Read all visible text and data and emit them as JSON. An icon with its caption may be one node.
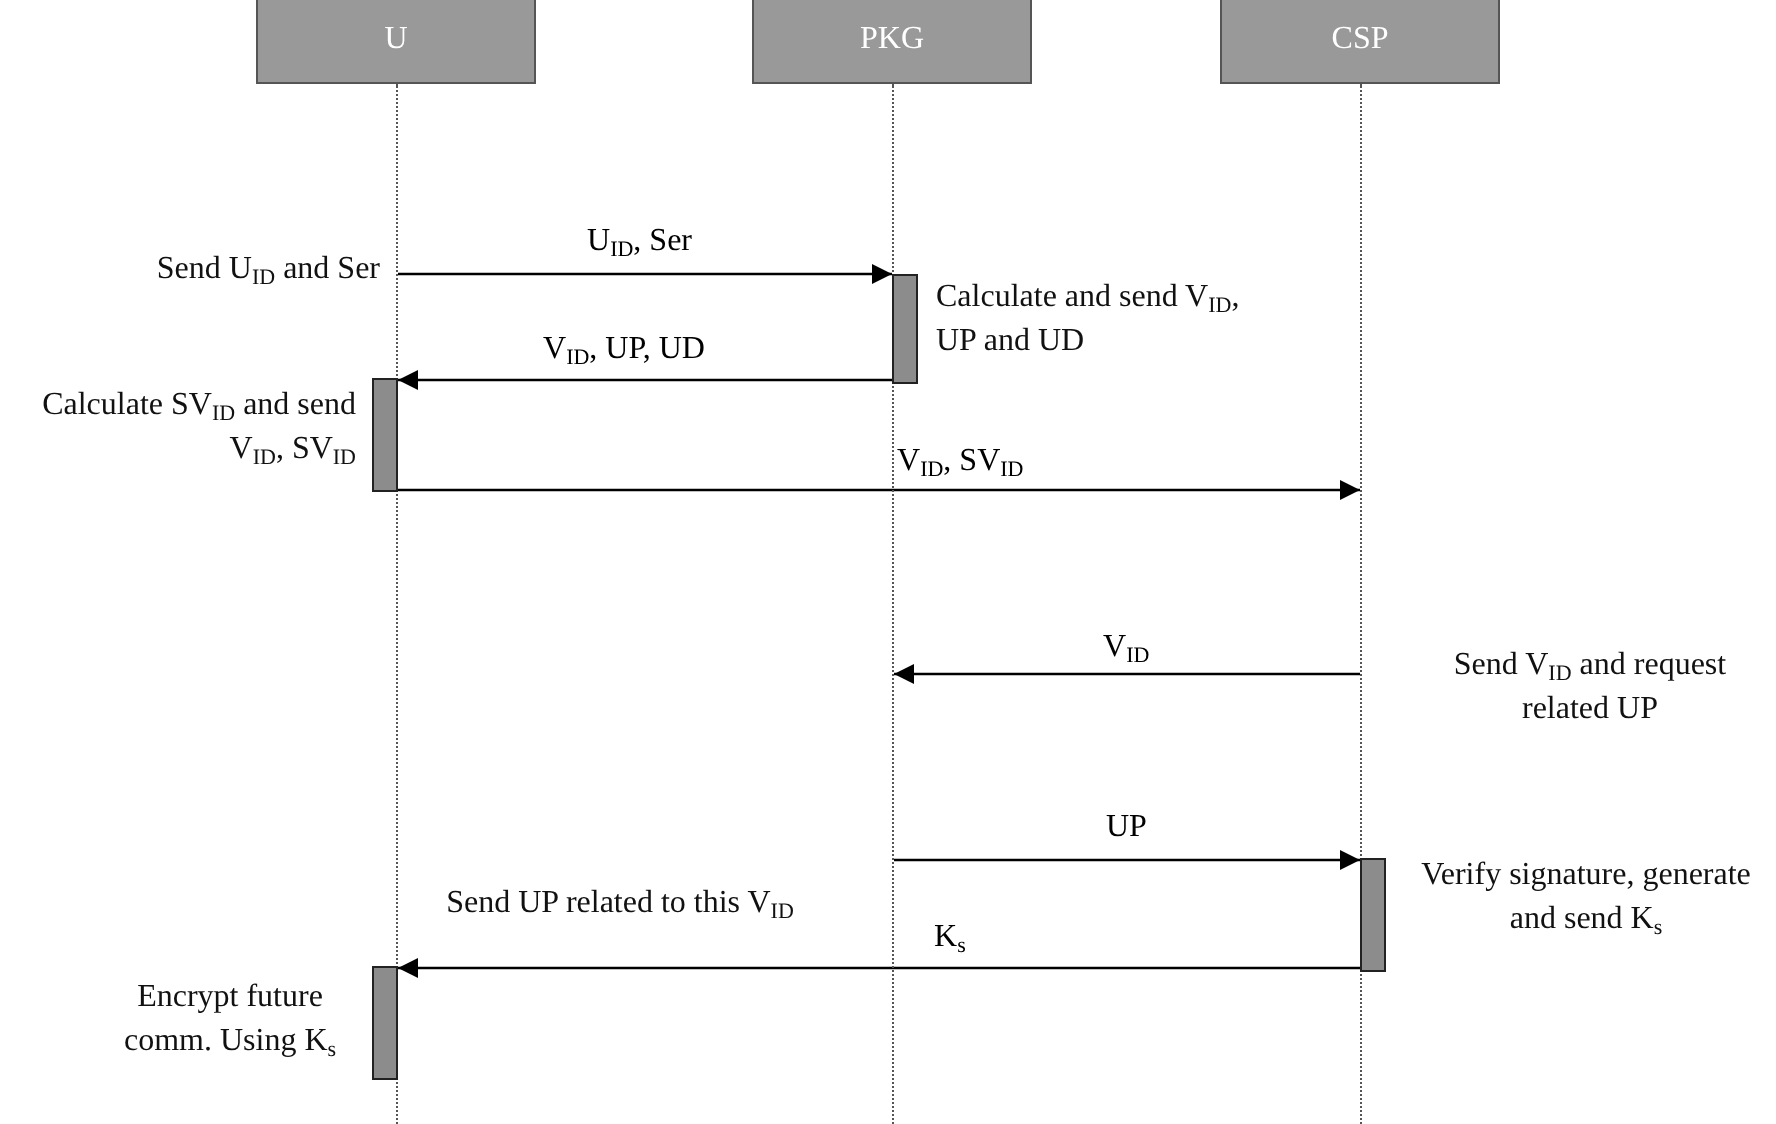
{
  "diagram": {
    "nodes": [
      {
        "text": [
          "U"
        ]
      },
      {
        "text": [
          "PKG"
        ]
      },
      {
        "text": [
          "CSP"
        ]
      },
      {
        "text": [],
        "shape": "line"
      },
      {
        "text": [],
        "shape": "line"
      },
      {
        "text": [],
        "shape": "line"
      },
      {
        "text": [],
        "shape": "bar",
        "beside": [
          "Calculate and send V$_{ID}$, UP and UD"
        ]
      },
      {
        "text": [],
        "shape": "bar",
        "beside": [
          "Calculate SV$_{ID}$ and send V$_{ID}$, SV$_{ID}$"
        ]
      },
      {
        "text": [],
        "shape": "bar",
        "beside": [
          "Verify signature, generate and send K$_{s}$"
        ]
      },
      {
        "text": [],
        "shape": "bar",
        "beside": [
          "Encrypt future comm. Using K$_{s}$"
        ]
      }
    ],
    "edges": [
      {
        "from": 3,
        "to": 6,
        "arrow": "to",
        "label": "U$_{ID}$, Ser"
      },
      {
        "from": 6,
        "to": 7,
        "arrow": "to",
        "label": "V$_{ID}$, UP, UD"
      },
      {
        "from": 7,
        "to": 5,
        "arrow": "to",
        "label": "V$_{ID}$, SV$_{ID}$"
      },
      {
        "from": 5,
        "to": 4,
        "arrow": "to",
        "label": "V$_{ID}$"
      },
      {
        "from": 4,
        "to": 8,
        "arrow": "to",
        "label": "UP"
      },
      {
        "from": 8,
        "to": 9,
        "arrow": "to",
        "label": "K$_{s}$"
      }
    ],
    "labels": [
      "Send U$_{ID}$ and Ser",
      "Send V$_{ID}$ and request related UP",
      "Send UP related to this V$_{ID}$"
    ]
  }
}
